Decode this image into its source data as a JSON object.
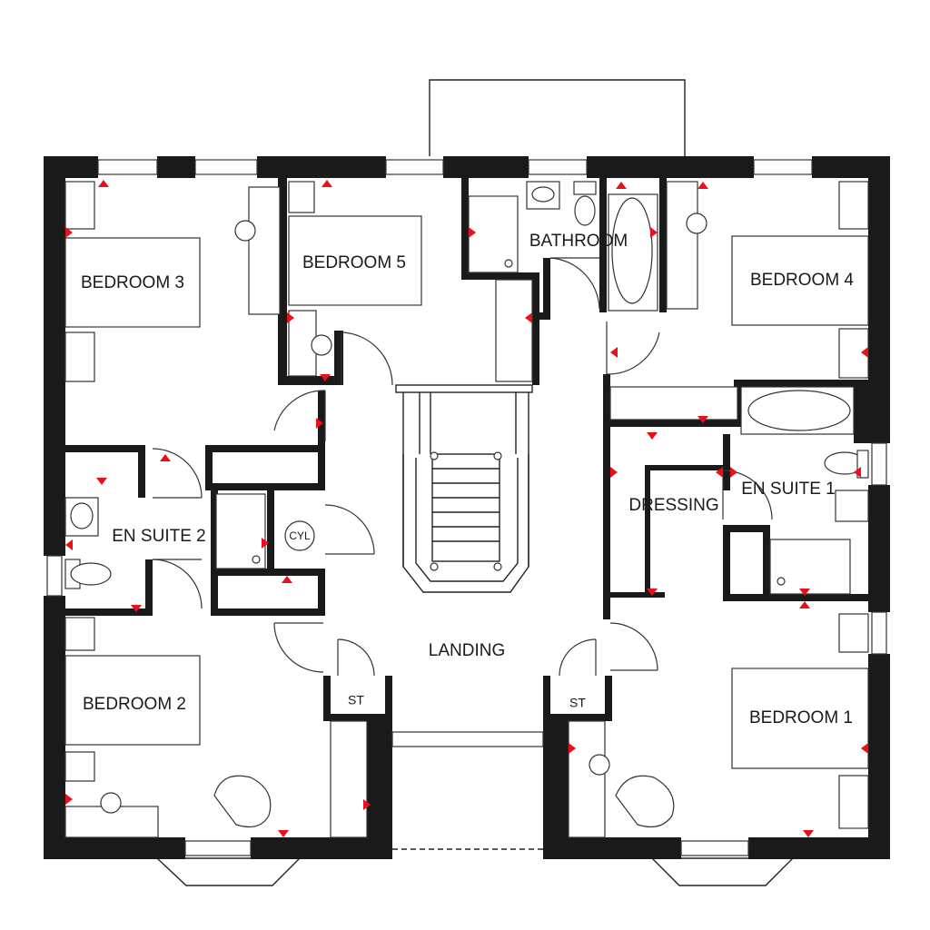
{
  "rooms": {
    "bedroom_3": "BEDROOM 3",
    "bedroom_5": "BEDROOM 5",
    "bathroom": "BATHROOM",
    "bedroom_4": "BEDROOM 4",
    "en_suite_2": "EN SUITE 2",
    "cyl": "CYL",
    "dressing": "DRESSING",
    "en_suite_1": "EN SUITE 1",
    "landing": "LANDING",
    "bedroom_2": "BEDROOM 2",
    "bedroom_1": "BEDROOM 1",
    "store_left": "ST",
    "store_right": "ST"
  },
  "colors": {
    "wall": "#1a1a1a",
    "marker": "#e8101a",
    "background": "#ffffff"
  }
}
